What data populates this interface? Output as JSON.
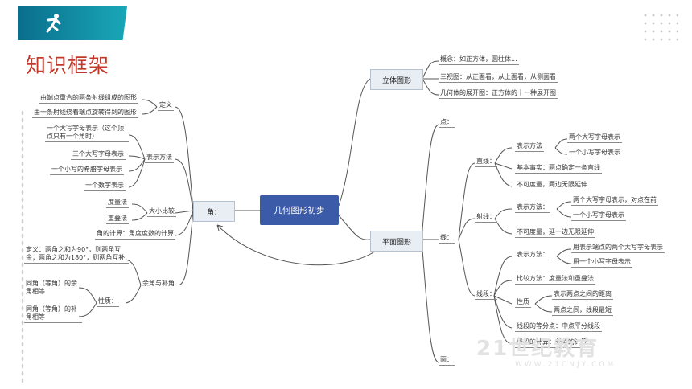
{
  "header": {
    "title": "知识框架",
    "icon": "running-figure-icon",
    "accent": "#0e7fa0",
    "title_color": "#c0392b"
  },
  "root": "几何图形初步",
  "solid": {
    "label": "立体图形",
    "items": [
      "概念：如正方体，圆柱体...",
      "三视图：从正面看，从上面看，从侧面看",
      "几何体的展开图：正方体的十一种展开图"
    ]
  },
  "plane": {
    "label": "平面图形",
    "point": "点：",
    "line_group": "线：",
    "surface": "面：",
    "line": {
      "label": "直线：",
      "rep": "表示方法",
      "rep_items": [
        "两个大写字母表示",
        "一个小写字母表示"
      ],
      "fact": "基本事实：两点确定一条直线",
      "measure": "不可度量，两边无限延伸"
    },
    "ray": {
      "label": "射线：",
      "rep": "表示方法：",
      "rep_items": [
        "两个大写字母表示，对点在前",
        "一个小写字母表示"
      ],
      "measure": "不可度量，延一边无限延伸"
    },
    "seg": {
      "label": "线段：",
      "rep": "表示方法：",
      "rep_items": [
        "用表示端点的两个大写字母表示",
        "用一个小写字母表示"
      ],
      "compare": "比较方法：度量法和重叠法",
      "prop": "性质",
      "prop_items": [
        "表示两点之间的距离",
        "两点之间，线段最短"
      ],
      "mid": "线段的等分点：中点平分线段",
      "calc": "线段的计算：长度的计算"
    }
  },
  "angle": {
    "label": "角：",
    "def": {
      "label": "定义",
      "items": [
        "由端点重合的两条射线组成的图形",
        "由一条射线绕着端点旋转得到的图形"
      ]
    },
    "rep": {
      "label": "表示方法",
      "items": [
        "一个大写字母表示（这个顶点只有一个角时）",
        "三个大写字母表示",
        "一个小写的希腊字母表示",
        "一个数字表示"
      ]
    },
    "size": {
      "label": "大小比较",
      "items": [
        "度量法",
        "重叠法"
      ]
    },
    "calc": "角的计算：角度度数的计算",
    "comp": {
      "label": "余角与补角",
      "defn": "定义：两角之和为90°，则两角互余；两角之和为180°，则两角互补",
      "prop": "性质：",
      "prop_items": [
        "同角（等角）的余角相等",
        "同角（等角）的补角相等"
      ]
    }
  },
  "watermark": "21世纪教育",
  "watermark_sub": "WWW.21CNJY.COM"
}
